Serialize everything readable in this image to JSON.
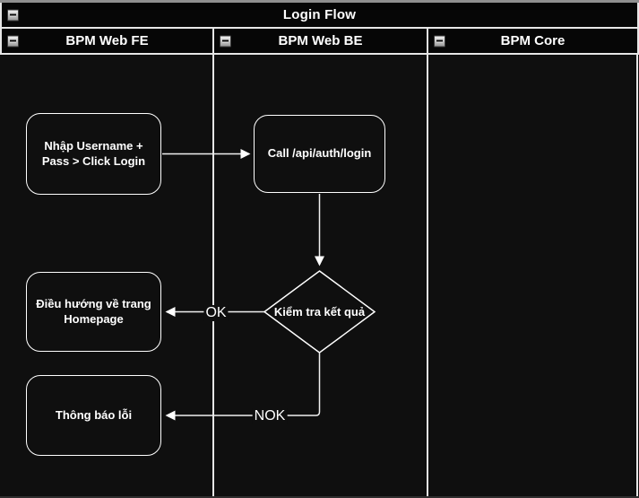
{
  "diagram": {
    "title": "Login Flow",
    "lanes": [
      {
        "label": "BPM Web FE"
      },
      {
        "label": "BPM Web BE"
      },
      {
        "label": "BPM Core"
      }
    ],
    "nodes": [
      {
        "id": "input-credentials",
        "shape": "rounded-rect",
        "lane": "BPM Web FE",
        "label": "Nhập Username + Pass > Click Login"
      },
      {
        "id": "call-login-api",
        "shape": "rounded-rect",
        "lane": "BPM Web BE",
        "label": "Call /api/auth/login"
      },
      {
        "id": "check-result",
        "shape": "decision-diamond",
        "lane": "BPM Web BE",
        "label": "Kiểm tra kết quả"
      },
      {
        "id": "redirect-homepage",
        "shape": "rounded-rect",
        "lane": "BPM Web FE",
        "label": "Điều hướng về trang Homepage"
      },
      {
        "id": "show-error",
        "shape": "rounded-rect",
        "lane": "BPM Web FE",
        "label": "Thông báo lỗi"
      }
    ],
    "edges": [
      {
        "from": "input-credentials",
        "to": "call-login-api",
        "label": ""
      },
      {
        "from": "call-login-api",
        "to": "check-result",
        "label": ""
      },
      {
        "from": "check-result",
        "to": "redirect-homepage",
        "label": "OK"
      },
      {
        "from": "check-result",
        "to": "show-error",
        "label": "NOK"
      }
    ],
    "edge_labels": {
      "ok": "OK",
      "nok": "NOK"
    },
    "colors": {
      "background": "#0f0f0f",
      "header_background": "#060606",
      "separator_line": "#e6e6e6",
      "node_stroke": "#ffffff",
      "edge_stroke": "#f0f0f0",
      "text": "#ffffff",
      "frame_top_border": "#8f8f8f"
    }
  }
}
